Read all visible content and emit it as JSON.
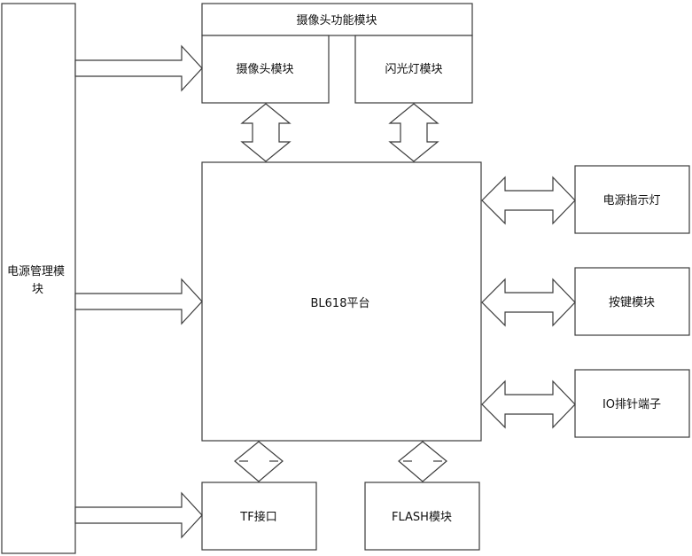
{
  "blocks": {
    "power": {
      "line1": "电源管理模",
      "line2": "块"
    },
    "camera_group": "摄像头功能模块",
    "camera": "摄像头模块",
    "flash_light": "闪光灯模块",
    "platform": "BL618平台",
    "power_led": "电源指示灯",
    "keys": "按键模块",
    "io_header": "IO排针端子",
    "tf": "TF接口",
    "flash_memory": "FLASH模块"
  }
}
